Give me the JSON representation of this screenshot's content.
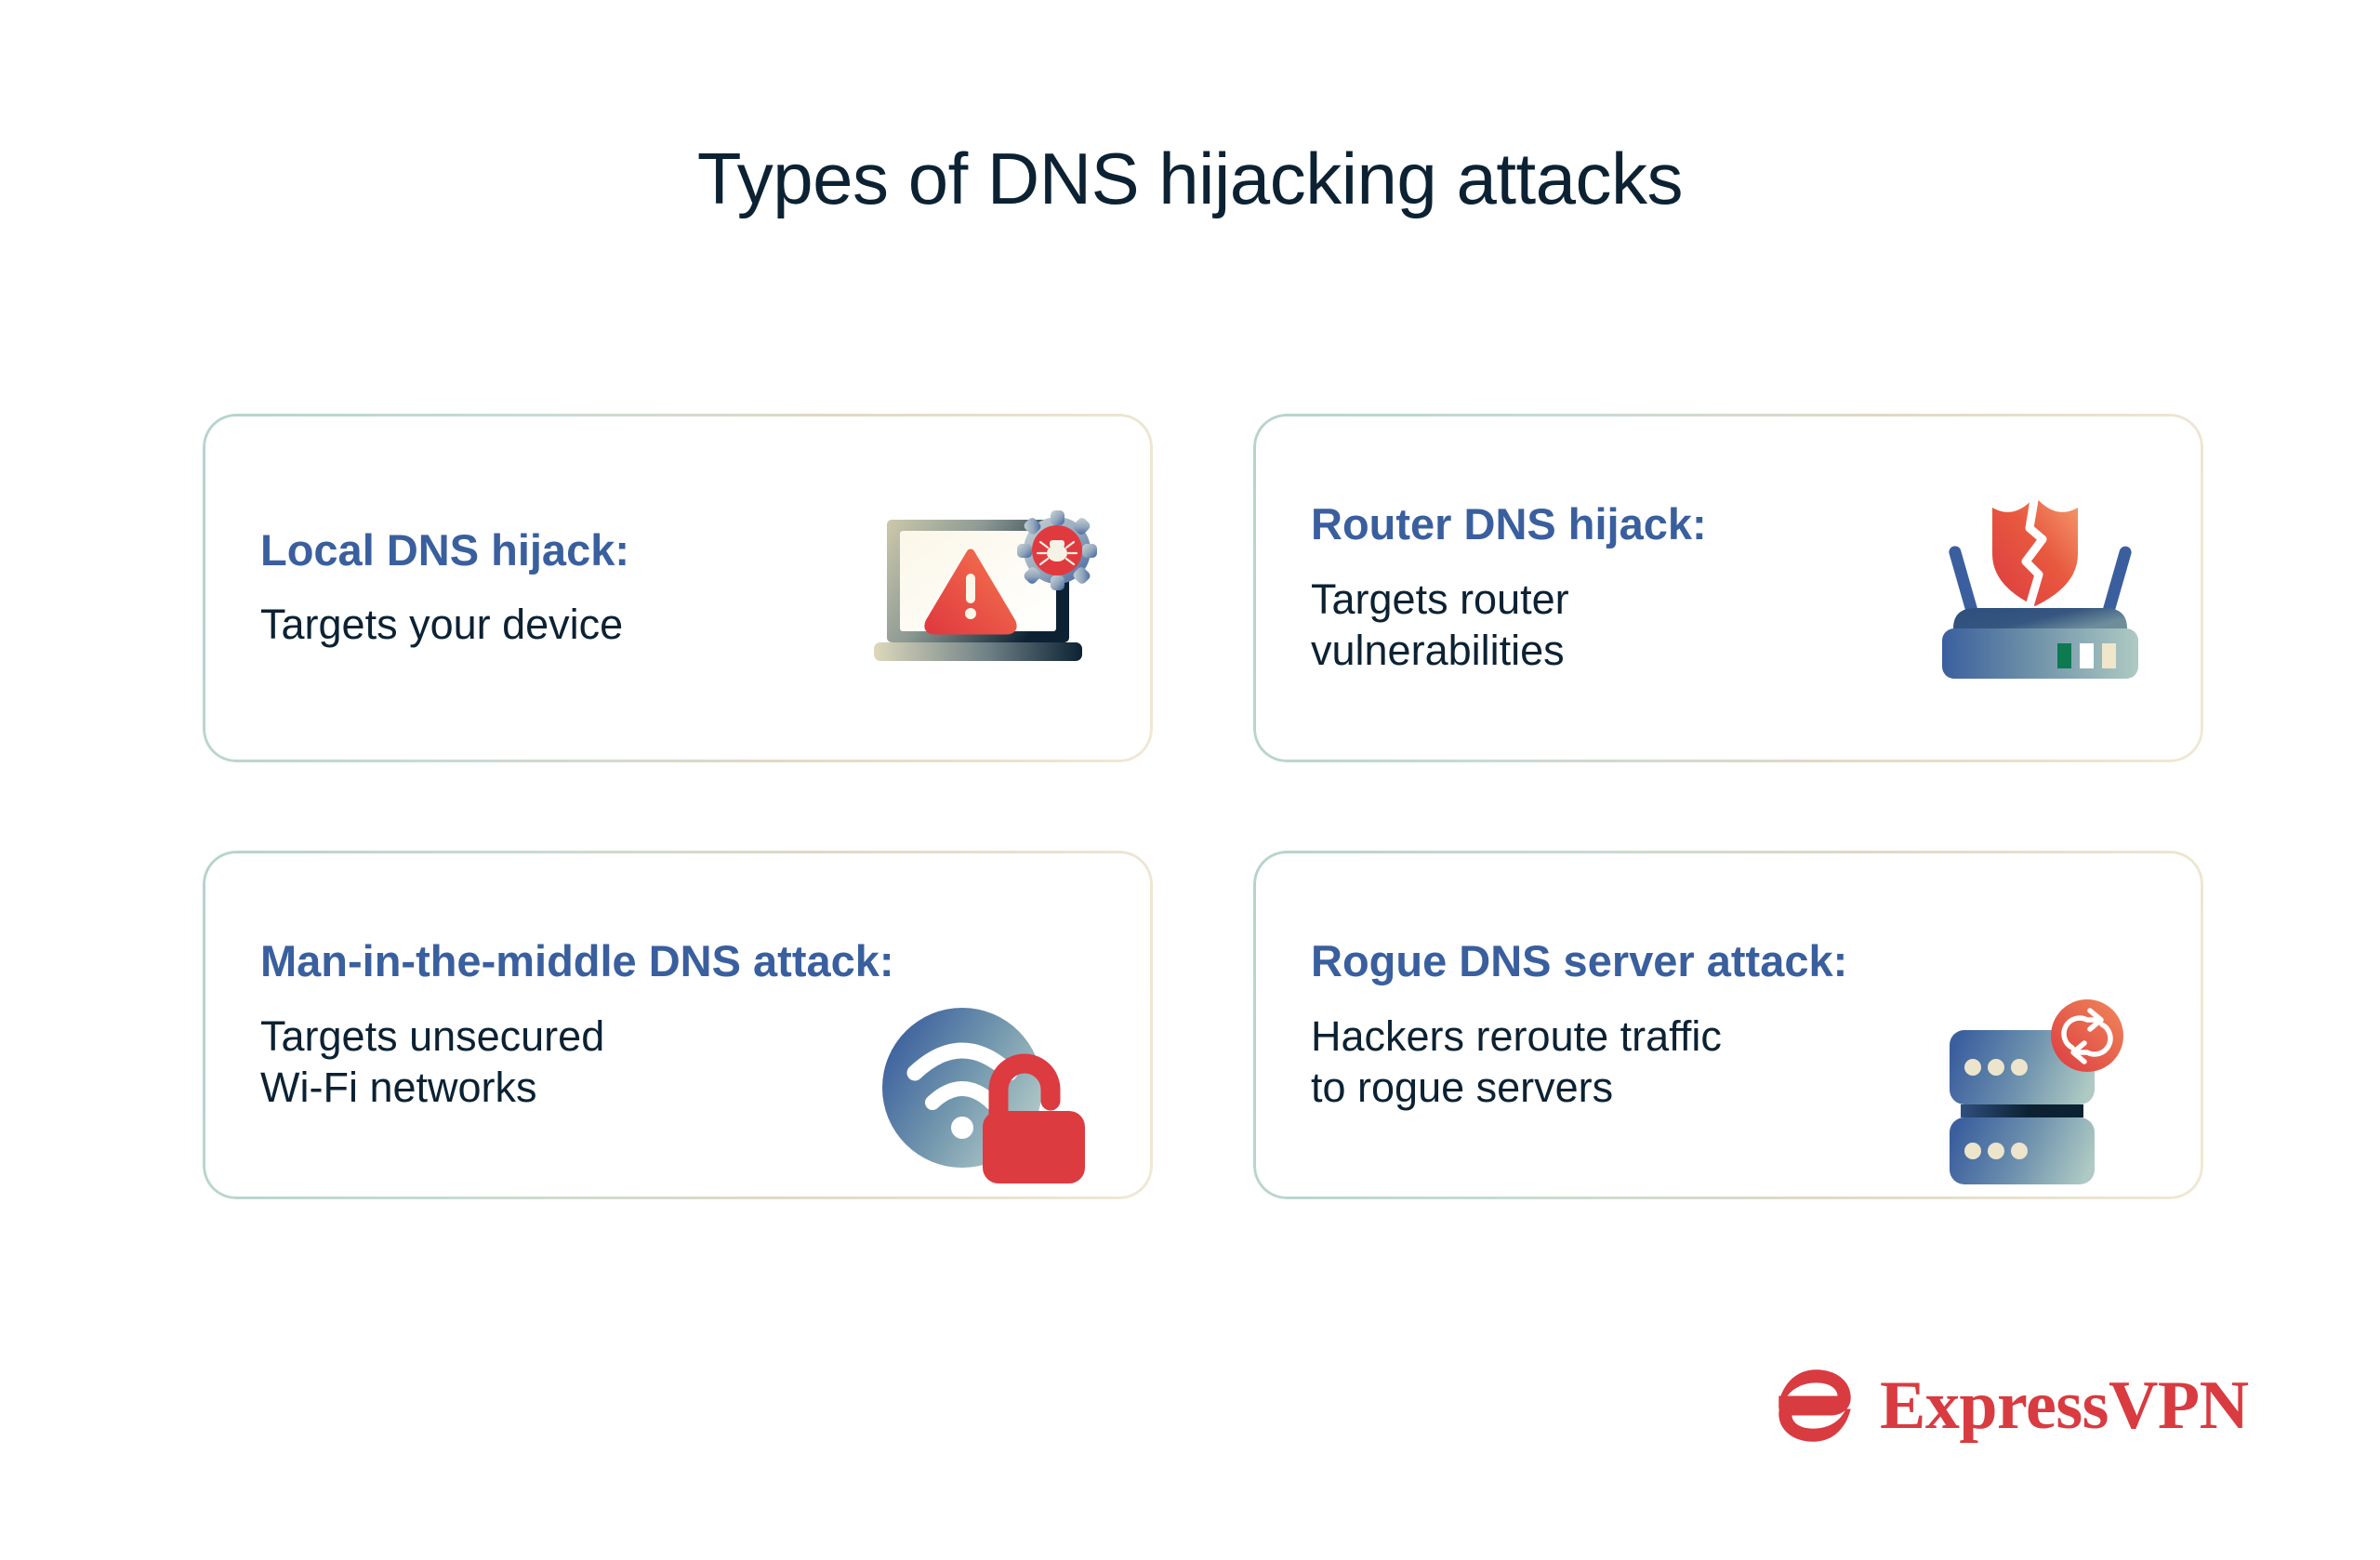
{
  "title": "Types of DNS hijacking attacks",
  "colors": {
    "title_text": "#0c2233",
    "heading_blue": "#3a5f9e",
    "body_text": "#0c2233",
    "card_border_start": "#b6d3ce",
    "card_border_end": "#efe9d4",
    "brand_red": "#d83b40",
    "accent_red": "#e03a3f",
    "accent_orange": "#ef7e52",
    "icon_blue": "#3b5f9e",
    "icon_teal": "#a8c6c4",
    "page_background": "#ffffff"
  },
  "cards": [
    {
      "heading": "Local DNS hijack:",
      "body": "Targets your device",
      "icon_name": "laptop-warning-bug-icon"
    },
    {
      "heading": "Router DNS hijack:",
      "body": "Targets router\nvulnerabilities",
      "body_lines": [
        "Targets router",
        "vulnerabilities"
      ],
      "icon_name": "router-broken-shield-icon"
    },
    {
      "heading": "Man-in-the-middle DNS attack:",
      "body": "Targets unsecured\nWi-Fi networks",
      "body_lines": [
        "Targets unsecured",
        "Wi-Fi networks"
      ],
      "icon_name": "wifi-open-padlock-icon"
    },
    {
      "heading": "Rogue DNS server attack:",
      "body": "Hackers reroute traffic\nto rogue servers",
      "body_lines": [
        "Hackers reroute traffic",
        "to rogue servers"
      ],
      "icon_name": "server-stack-sync-icon"
    }
  ],
  "logo": {
    "wordmark": "ExpressVPN",
    "mark_name": "expressvpn-e-logo-icon"
  }
}
